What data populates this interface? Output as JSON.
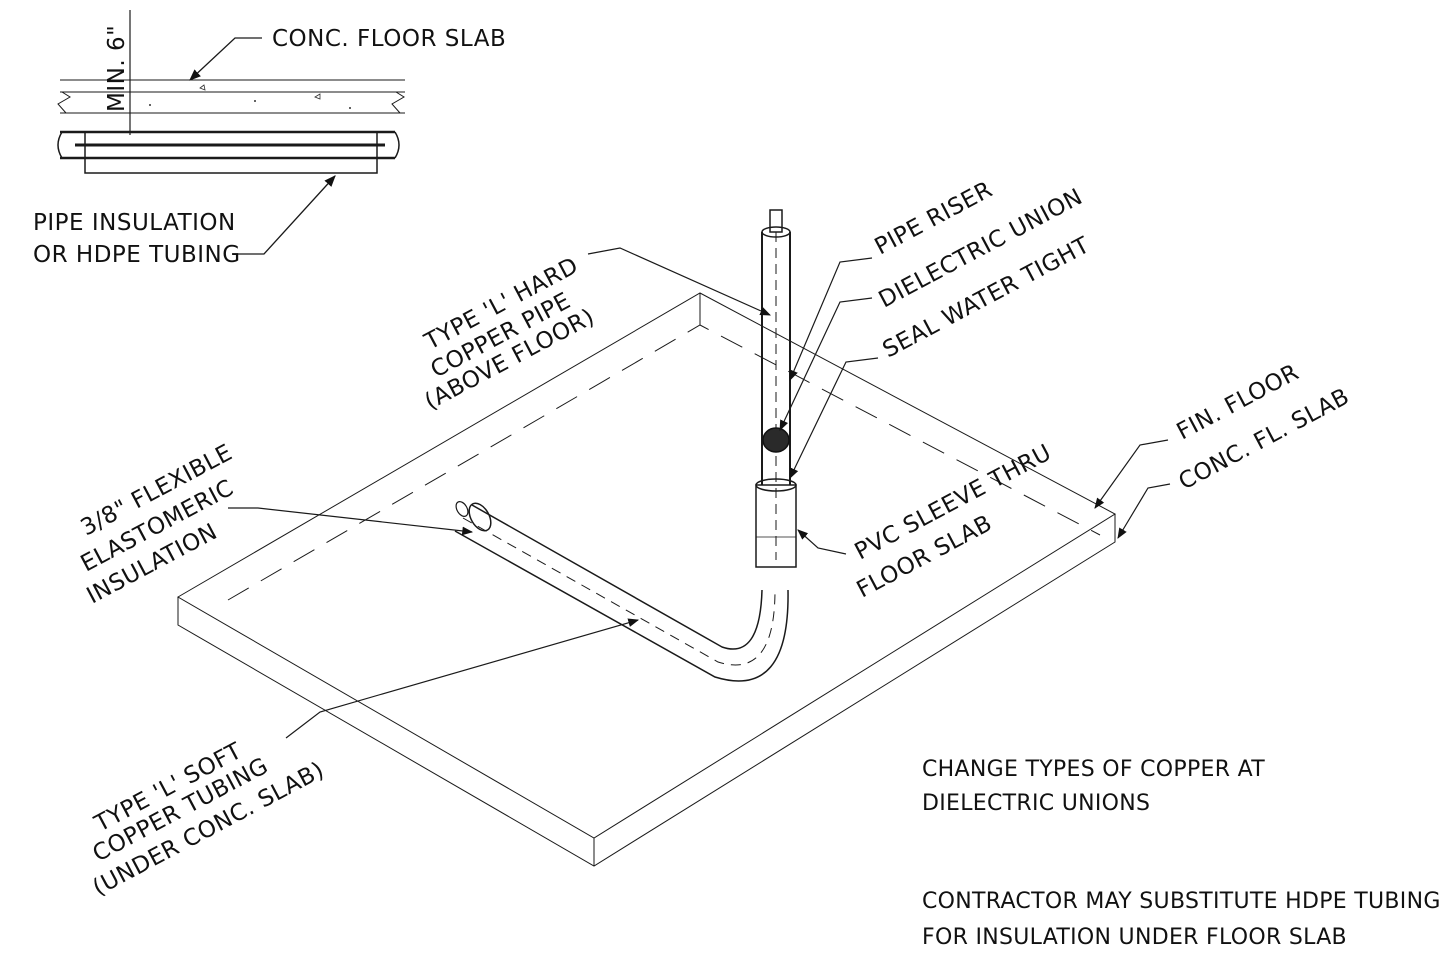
{
  "detail": {
    "conc_floor_slab": "CONC. FLOOR SLAB",
    "min_depth": "MIN. 6\"",
    "pipe_insulation_line1": "PIPE INSULATION",
    "pipe_insulation_line2": "OR HDPE TUBING"
  },
  "labels": {
    "hard_pipe_line1": "TYPE 'L' HARD",
    "hard_pipe_line2": "COPPER PIPE",
    "hard_pipe_line3": "(ABOVE FLOOR)",
    "pipe_riser": "PIPE RISER",
    "dielectric_union": "DIELECTRIC UNION",
    "seal_water_tight": "SEAL WATER TIGHT",
    "fin_floor": "FIN. FLOOR",
    "conc_fl_slab": "CONC. FL. SLAB",
    "insulation_line1": "3/8\" FLEXIBLE",
    "insulation_line2": "ELASTOMERIC",
    "insulation_line3": "INSULATION",
    "pvc_sleeve_line1": "PVC SLEEVE THRU",
    "pvc_sleeve_line2": "FLOOR SLAB",
    "soft_tubing_line1": "TYPE 'L' SOFT",
    "soft_tubing_line2": "COPPER TUBING",
    "soft_tubing_line3": "(UNDER CONC. SLAB)"
  },
  "notes": {
    "note1_line1": "CHANGE TYPES OF COPPER AT",
    "note1_line2": "DIELECTRIC UNIONS",
    "note2_line1": "CONTRACTOR MAY SUBSTITUTE HDPE TUBING",
    "note2_line2": "FOR INSULATION UNDER FLOOR SLAB"
  }
}
